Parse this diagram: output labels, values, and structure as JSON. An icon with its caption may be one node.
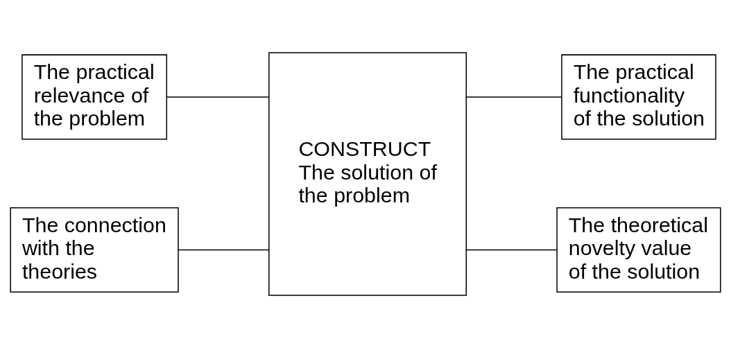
{
  "diagram": {
    "nodes": [
      {
        "text": [
          "The practical relevance of the problem"
        ]
      },
      {
        "text": [
          "The connection with the theories"
        ]
      },
      {
        "text": [
          "CONSTRUCT",
          "The solution of the problem"
        ]
      },
      {
        "text": [
          "The practical functionality of the solution"
        ]
      },
      {
        "text": [
          "The theoretical novelty value of the solution"
        ]
      }
    ],
    "edges": [
      {
        "from": 0,
        "to": 2,
        "arrow": "none"
      },
      {
        "from": 1,
        "to": 2,
        "arrow": "none"
      },
      {
        "from": 2,
        "to": 3,
        "arrow": "none"
      },
      {
        "from": 2,
        "to": 4,
        "arrow": "none"
      }
    ]
  }
}
